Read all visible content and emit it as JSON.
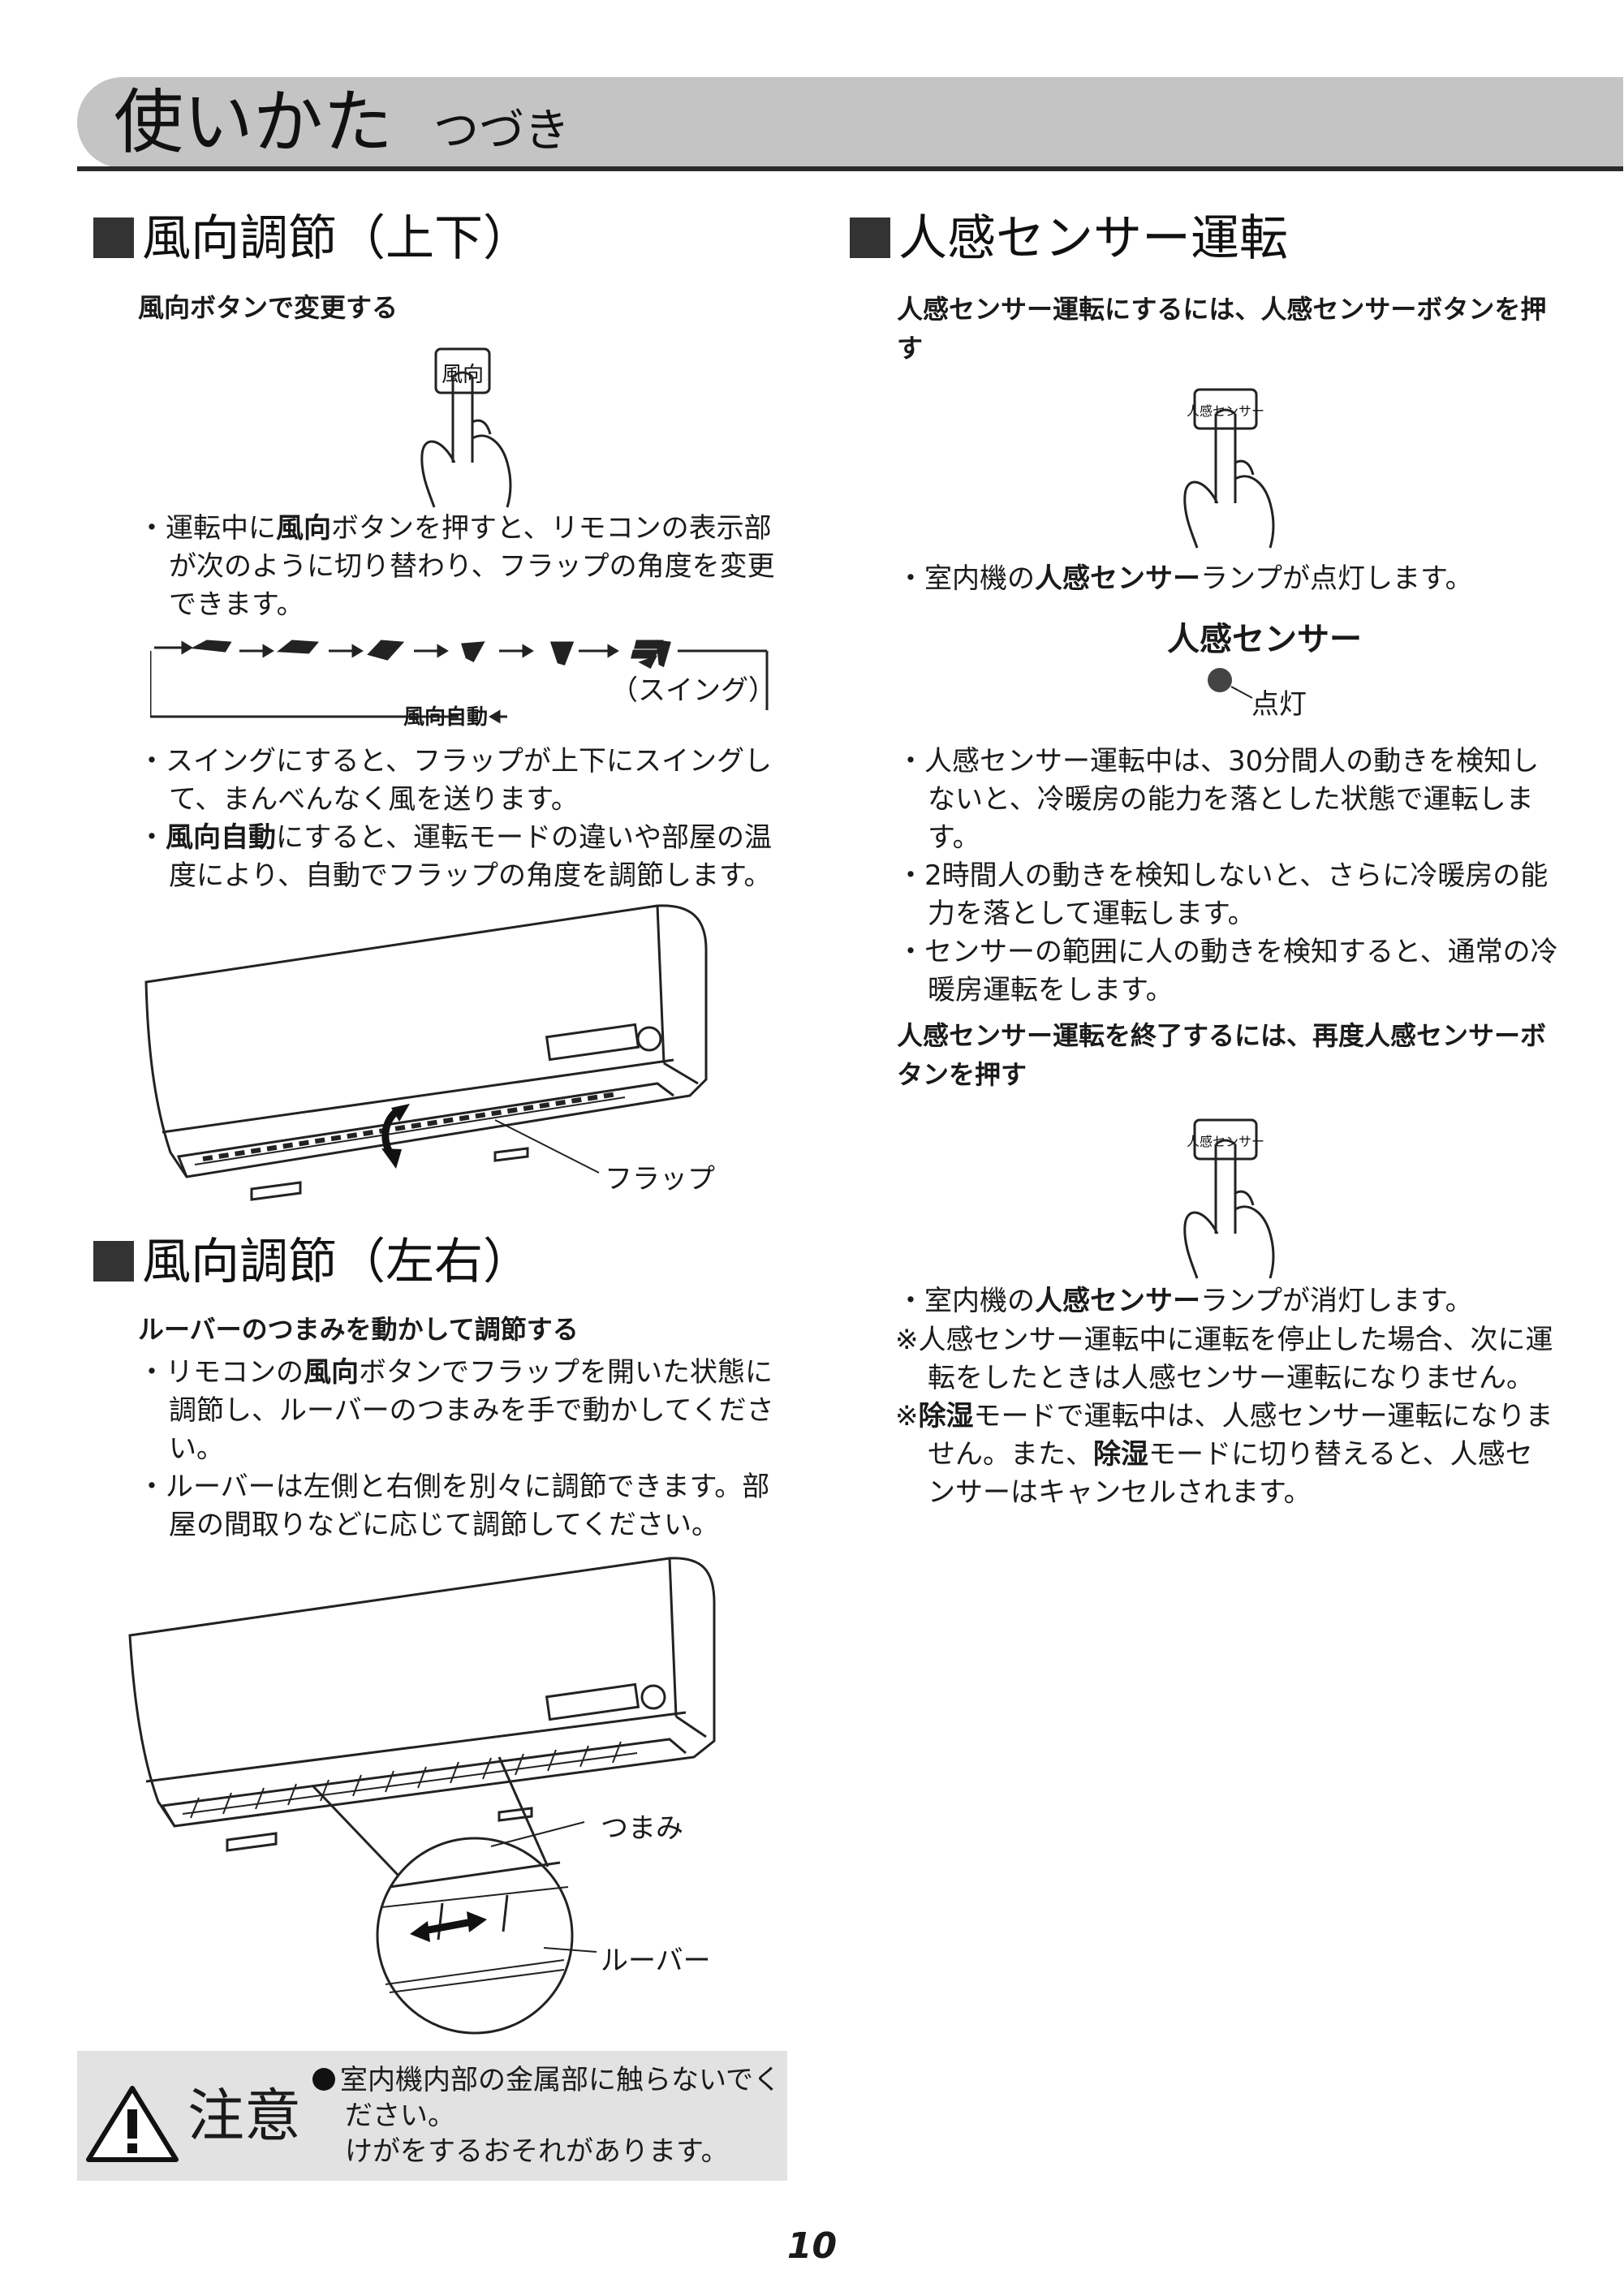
{
  "header": {
    "title": "使いかた",
    "subtitle": "つづき"
  },
  "left": {
    "sec1": {
      "title": "風向調節（上下）",
      "lead_b": "風向",
      "lead_rest": "ボタンで変更する",
      "button_label": "風向",
      "b1_pre": "・運転中に",
      "b1_bold": "風向",
      "b1_post": "ボタンを押すと、リモコンの表示部が次のように切り替わり、フラップの角度を変更できます。",
      "swing_label": "（スイング）",
      "auto_label": "風向自動",
      "b2": "・スイングにすると、フラップが上下にスイングして、まんべんなく風を送ります。",
      "b3_pre": "・",
      "b3_bold": "風向自動",
      "b3_post": "にすると、運転モードの違いや部屋の温度により、自動でフラップの角度を調節します。",
      "flap_label": "フラップ"
    },
    "sec2": {
      "title": "風向調節（左右）",
      "lead": "ルーバーのつまみを動かして調節する",
      "b1_pre": "・リモコンの",
      "b1_bold": "風向",
      "b1_post": "ボタンでフラップを開いた状態に調節し、ルーバーのつまみを手で動かしてください。",
      "b2": "・ルーバーは左側と右側を別々に調節できます。部屋の間取りなどに応じて調節してください。",
      "knob_label": "つまみ",
      "louver_label": "ルーバー"
    },
    "caution": {
      "word": "注意",
      "line1": "室内機内部の金属部に触らないでください。",
      "line2": "けがをするおそれがあります。"
    }
  },
  "right": {
    "title": "人感センサー運転",
    "lead1_pre": "人感センサー運転にするには、",
    "lead1_bold": "人感センサー",
    "lead1_post": "ボタンを押す",
    "button_label": "人感センサー",
    "b1_pre": "・室内機の",
    "b1_bold": "人感センサー",
    "b1_post": "ランプが点灯します。",
    "lamp_title": "人感センサー",
    "lamp_label": "点灯",
    "b2": "・人感センサー運転中は、30分間人の動きを検知しないと、冷暖房の能力を落とした状態で運転します。",
    "b3": "・2時間人の動きを検知しないと、さらに冷暖房の能力を落として運転します。",
    "b4": "・センサーの範囲に人の動きを検知すると、通常の冷暖房運転をします。",
    "lead2": "人感センサー運転を終了するには、再度人感センサーボタンを押す",
    "b5_pre": "・室内機の",
    "b5_bold": "人感センサー",
    "b5_post": "ランプが消灯します。",
    "n1": "※人感センサー運転中に運転を停止した場合、次に運転をしたときは人感センサー運転になりません。",
    "n2_pre": "※",
    "n2_bold1": "除湿",
    "n2_mid": "モードで運転中は、人感センサー運転になりません。また、",
    "n2_bold2": "除湿",
    "n2_post": "モードに切り替えると、人感センサーはキャンセルされます。"
  },
  "page_number": "10"
}
